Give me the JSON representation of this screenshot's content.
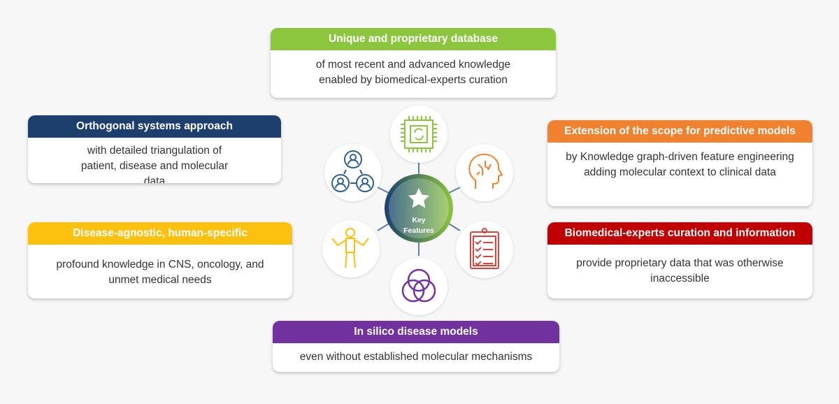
{
  "center": {
    "label_line1": "Key",
    "label_line2": "Features"
  },
  "cards": [
    {
      "title": "Unique and proprietary database",
      "body": "of most recent and advanced knowledge enabled by biomedical-experts curation",
      "color": "#8cc63e",
      "icon": "chip-icon"
    },
    {
      "title": "Orthogonal systems approach",
      "body": "with detailed triangulation of patient, disease and molecular data",
      "color": "#1d3f6e",
      "icon": "network-people-icon"
    },
    {
      "title": "Disease-agnostic, human-specific",
      "body": "profound knowledge in CNS, oncology, and unmet medical needs",
      "color": "#fcc00e",
      "icon": "human-figure-icon"
    },
    {
      "title": "Extension of the scope for predictive models",
      "body": "by Knowledge graph-driven feature engineering adding molecular context to clinical data",
      "color": "#f0812f",
      "icon": "ai-head-icon"
    },
    {
      "title": "Biomedical-experts curation and information",
      "body": "provide proprietary data that was otherwise inaccessible",
      "color": "#c00000",
      "icon": "checklist-icon"
    },
    {
      "title": "In silico disease models",
      "body": "even without established molecular mechanisms",
      "color": "#7132a0",
      "icon": "venn-circles-icon"
    }
  ]
}
